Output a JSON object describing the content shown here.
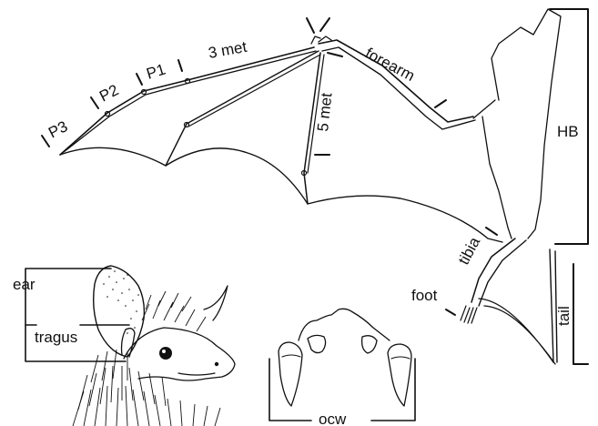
{
  "colors": {
    "ink": "#111111",
    "paper": "#ffffff"
  },
  "labels": {
    "p3": "P3",
    "p2": "P2",
    "p1": "P1",
    "met3": "3 met",
    "met5": "5 met",
    "forearm": "forearm",
    "hb": "HB",
    "tibia": "tibia",
    "foot": "foot",
    "tail": "tail",
    "ear": "ear",
    "tragus": "tragus",
    "ocw": "ocw"
  }
}
